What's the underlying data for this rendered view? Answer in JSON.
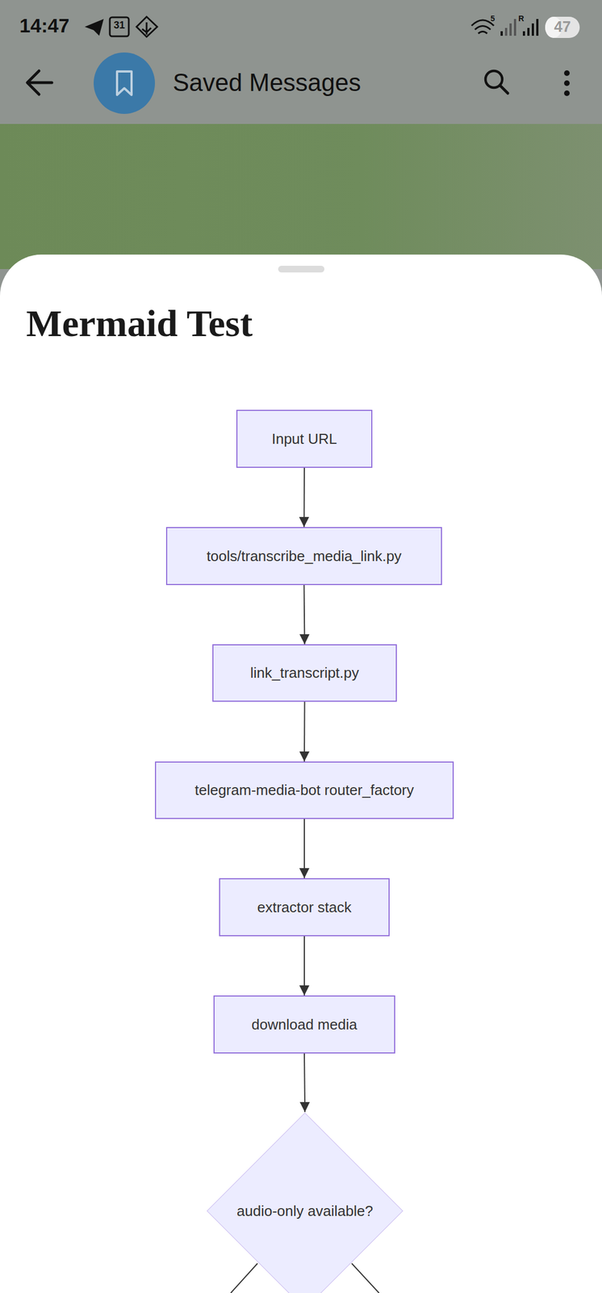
{
  "diagram": {
    "title": "Mermaid Test",
    "nodes": [
      {
        "text": [
          "Input URL"
        ]
      },
      {
        "text": [
          "tools/transcribe_media_link.py"
        ]
      },
      {
        "text": [
          "link_transcript.py"
        ]
      },
      {
        "text": [
          "telegram-media-bot router_factory"
        ]
      },
      {
        "text": [
          "extractor stack"
        ]
      },
      {
        "text": [
          "download media"
        ]
      },
      {
        "text": [
          "audio-only available?"
        ]
      }
    ],
    "edges": [
      {
        "from": 0,
        "to": 1,
        "arrow": "to"
      },
      {
        "from": 1,
        "to": 2,
        "arrow": "to"
      },
      {
        "from": 2,
        "to": 3,
        "arrow": "to"
      },
      {
        "from": 3,
        "to": 4,
        "arrow": "to"
      },
      {
        "from": 4,
        "to": 5,
        "arrow": "to"
      },
      {
        "from": 5,
        "to": 6,
        "arrow": "to"
      }
    ],
    "labels": [
      "14:47",
      "31",
      "5",
      "R",
      "47",
      "Saved Messages"
    ]
  }
}
